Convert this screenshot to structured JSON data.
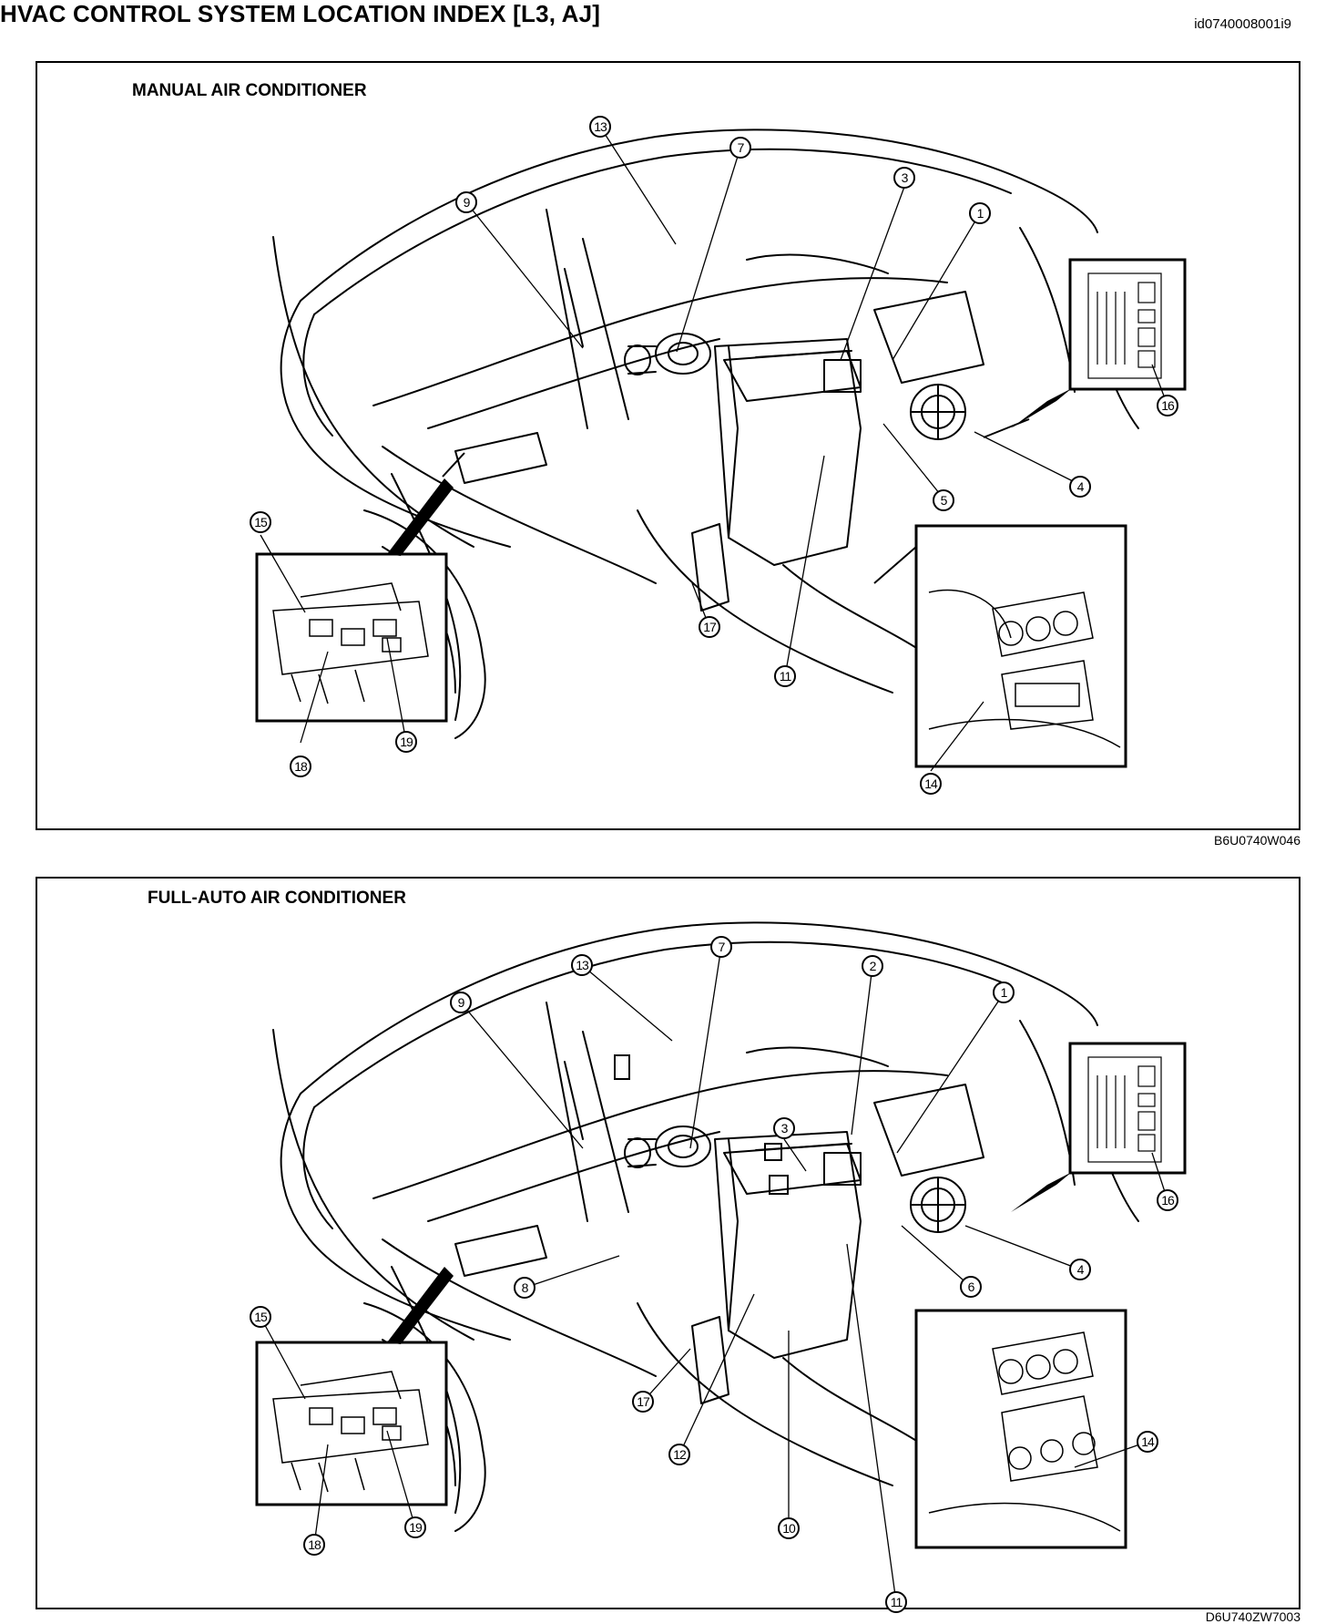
{
  "document": {
    "title": "HVAC CONTROL SYSTEM LOCATION INDEX [L3, AJ]",
    "doc_id": "id0740008001i9"
  },
  "panels": [
    {
      "title": "MANUAL AIR CONDITIONER",
      "figure_code": "B6U0740W046",
      "callouts": [
        "1",
        "3",
        "4",
        "5",
        "7",
        "9",
        "11",
        "13",
        "14",
        "15",
        "16",
        "17",
        "18",
        "19"
      ]
    },
    {
      "title": "FULL-AUTO AIR CONDITIONER",
      "figure_code": "D6U740ZW7003",
      "callouts": [
        "1",
        "2",
        "3",
        "4",
        "6",
        "7",
        "8",
        "9",
        "10",
        "11",
        "12",
        "13",
        "14",
        "15",
        "16",
        "17",
        "18",
        "19"
      ]
    }
  ],
  "icons": [
    "vehicle-dashboard-illustration",
    "fuse-box-inset",
    "control-panel-inset",
    "relay-block-inset"
  ]
}
